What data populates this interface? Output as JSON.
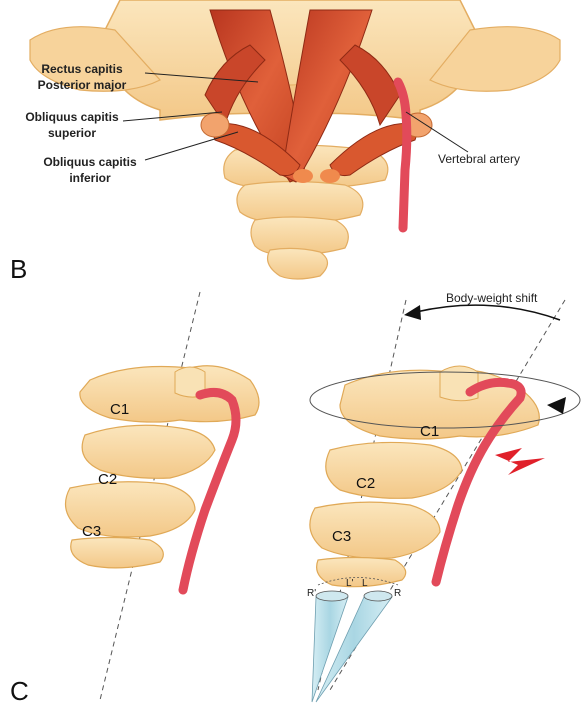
{
  "panel_b": {
    "letter": "B",
    "labels": {
      "rectus_line1": "Rectus capitis",
      "rectus_line2": "Posterior major",
      "sup_line1": "Obliquus capitis",
      "sup_line2": "superior",
      "inf_line1": "Obliquus capitis",
      "inf_line2": "inferior",
      "artery": "Vertebral artery"
    }
  },
  "panel_c": {
    "letter": "C",
    "shift_label": "Body-weight shift",
    "left_vertebrae": [
      "C1",
      "C2",
      "C3"
    ],
    "right_vertebrae": [
      "C1",
      "C2",
      "C3"
    ],
    "cone_labels": [
      "R'",
      "L'",
      "L",
      "R"
    ]
  },
  "colors": {
    "bone": "#f7d9a0",
    "bone_edge": "#e0a957",
    "muscle": "#d2482a",
    "artery": "#e24a5a",
    "lightning": "#e0202a",
    "cone": "#bfe3ec"
  }
}
